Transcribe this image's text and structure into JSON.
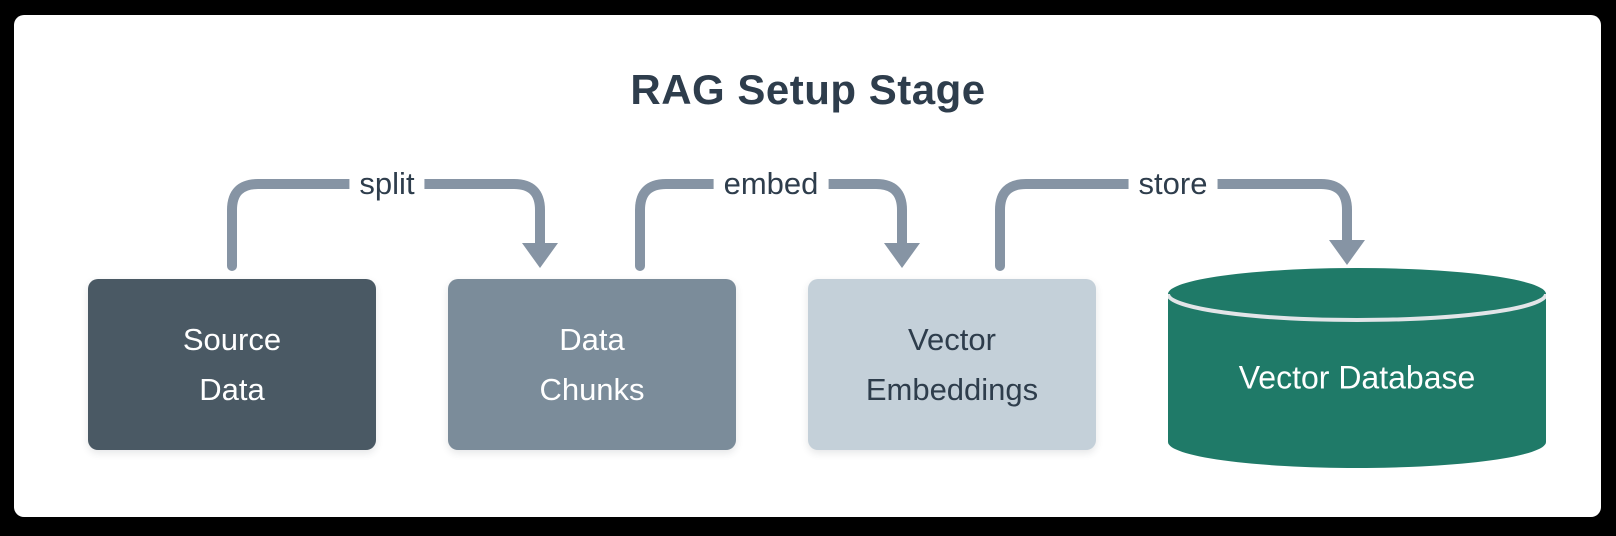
{
  "diagram": {
    "title": "RAG Setup Stage",
    "nodes": [
      {
        "id": "source-data",
        "label": "Source\nData",
        "shape": "rounded-rect",
        "fill": "#4a5964",
        "text_color": "#ffffff"
      },
      {
        "id": "data-chunks",
        "label": "Data\nChunks",
        "shape": "rounded-rect",
        "fill": "#7b8c9a",
        "text_color": "#ffffff"
      },
      {
        "id": "vector-embeddings",
        "label": "Vector\nEmbeddings",
        "shape": "rounded-rect",
        "fill": "#c4d0d9",
        "text_color": "#2e3d4c"
      },
      {
        "id": "vector-database",
        "label": "Vector Database",
        "shape": "cylinder",
        "fill": "#1f7a68",
        "text_color": "#ffffff"
      }
    ],
    "edges": [
      {
        "label": "split",
        "from": "source-data",
        "to": "data-chunks"
      },
      {
        "label": "embed",
        "from": "data-chunks",
        "to": "vector-embeddings"
      },
      {
        "label": "store",
        "from": "vector-embeddings",
        "to": "vector-database"
      }
    ],
    "colors": {
      "canvas_bg": "#000000",
      "card_bg": "#ffffff",
      "arrow": "#8694a4",
      "text_dark": "#2e3d4c",
      "cylinder_lid_line": "#e2e5e8"
    }
  }
}
